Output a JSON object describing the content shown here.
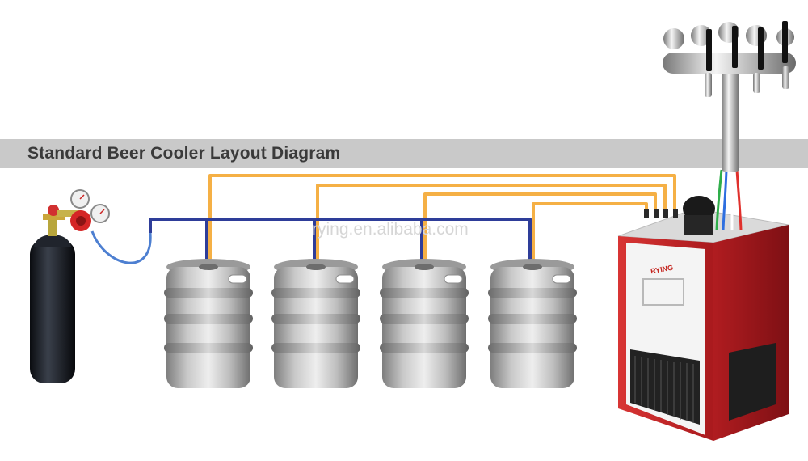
{
  "diagram": {
    "title": "Standard Beer Cooler Layout Diagram",
    "watermark": "rying.en.alibaba.com",
    "brand": "RYING"
  },
  "colors": {
    "gas_line": "#2e3d99",
    "beer_line": "#f5b045",
    "cooler_body": "#c5252a",
    "cooler_top": "#dadada",
    "keg_metal": "#aaaaaa",
    "cylinder": "#15181f",
    "title_band": "#c9c9c9"
  },
  "components": {
    "co2_cylinder": "co2-cylinder",
    "regulator": "pressure-regulator",
    "kegs": [
      "keg-1",
      "keg-2",
      "keg-3",
      "keg-4"
    ],
    "cooler": "beer-cooler",
    "tower": "beer-tap-tower",
    "tap_count": 4
  }
}
